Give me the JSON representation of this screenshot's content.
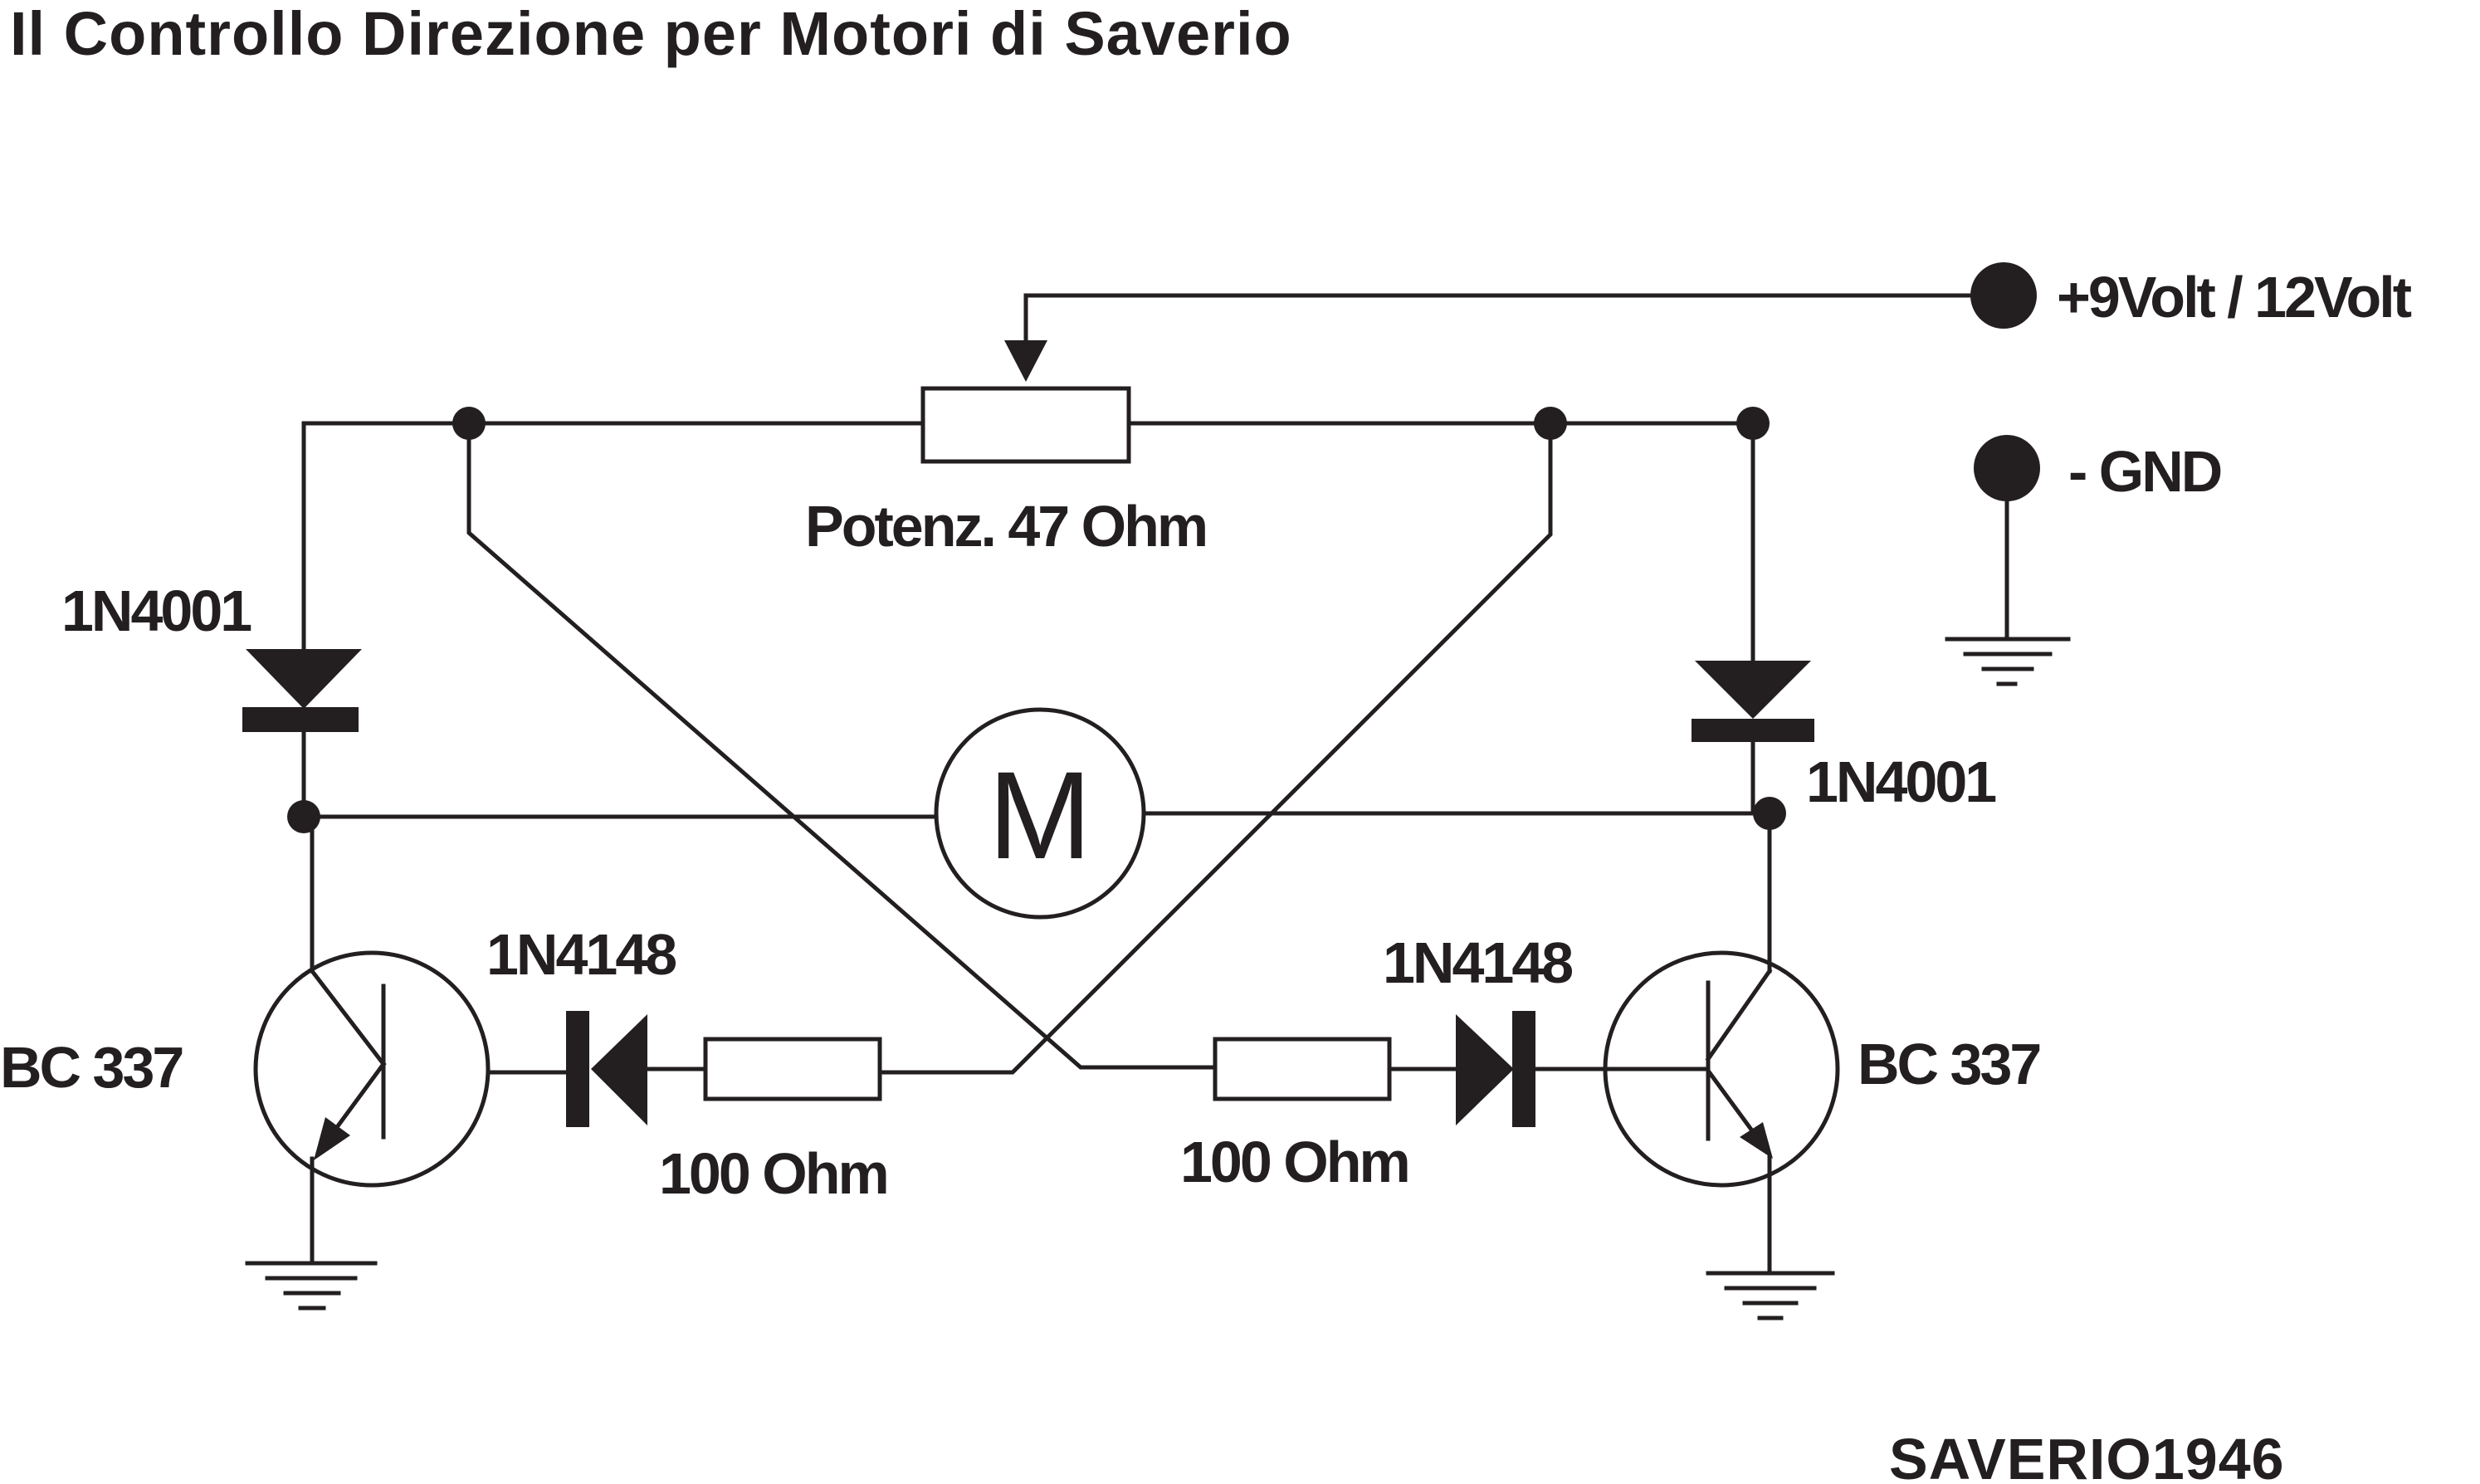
{
  "title": "Il Controllo Direzione per Motori di Saverio",
  "labels": {
    "supply": "+9Volt / 12Volt",
    "ground": "- GND",
    "pot": "Potenz. 47 Ohm",
    "diode_left": "1N4001",
    "diode_right": "1N4001",
    "signal_diode_left": "1N4148",
    "signal_diode_right": "1N4148",
    "resistor_left": "100 Ohm",
    "resistor_right": "100 Ohm",
    "transistor_left": "BC 337",
    "transistor_right": "BC 337",
    "motor": "M",
    "signature": "SAVERIO1946"
  },
  "colors": {
    "ink": "#231f20",
    "background": "#ffffff"
  }
}
